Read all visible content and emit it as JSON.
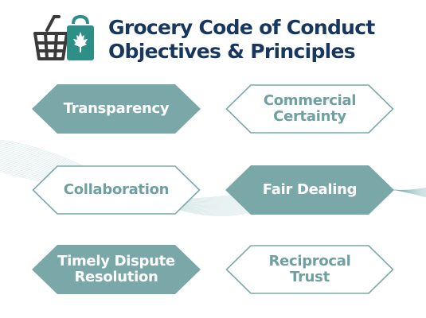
{
  "header": {
    "title_line1": "Grocery Code of Conduct",
    "title_line2": "Objectives & Principles",
    "logo_icons": [
      "shopping-basket-icon",
      "shopping-bag-maple-leaf-icon"
    ]
  },
  "colors": {
    "navy": "#17375e",
    "teal_fill": "#7aa8a8",
    "teal_outline": "#7aa8a8",
    "teal_text": "#6e9fa1",
    "basket_dark": "#3a3a3a",
    "bag_green": "#2e8f86"
  },
  "principles": [
    {
      "lines": [
        "Transparency"
      ],
      "style": "filled"
    },
    {
      "lines": [
        "Commercial",
        "Certainty"
      ],
      "style": "outline"
    },
    {
      "lines": [
        "Collaboration"
      ],
      "style": "outline"
    },
    {
      "lines": [
        "Fair Dealing"
      ],
      "style": "filled"
    },
    {
      "lines": [
        "Timely Dispute",
        "Resolution"
      ],
      "style": "filled"
    },
    {
      "lines": [
        "Reciprocal",
        "Trust"
      ],
      "style": "outline"
    }
  ]
}
